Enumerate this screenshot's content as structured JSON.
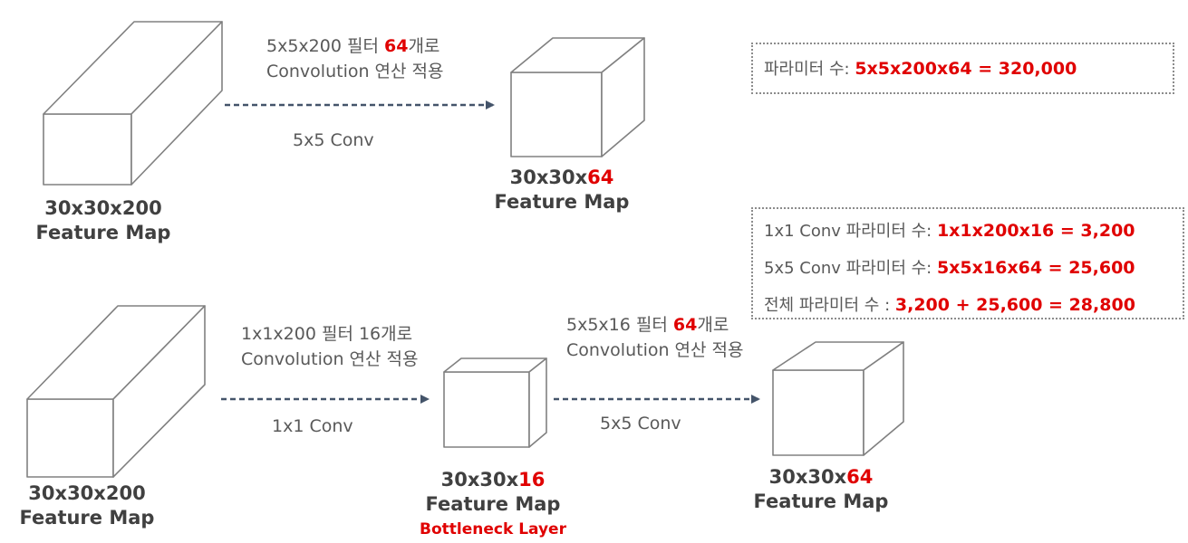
{
  "top": {
    "op_label": {
      "line1_pre": "5x5x200 필터 ",
      "line1_highlight": "64",
      "line1_post": "개로",
      "line2": "Convolution 연산 적용"
    },
    "conv_label": "5x5 Conv",
    "input_map": {
      "line1": "30x30x200",
      "line2": "Feature Map"
    },
    "output_map": {
      "line1_pre": "30x30x",
      "line1_highlight": "64",
      "line2": "Feature Map"
    },
    "param_box": {
      "label": "파라미터 수: ",
      "value": "5x5x200x64  =  320,000"
    }
  },
  "bottom": {
    "op1_label": {
      "line1": "1x1x200 필터 16개로",
      "line2": "Convolution 연산 적용"
    },
    "conv1_label": "1x1 Conv",
    "op2_label": {
      "line1_pre": "5x5x16 필터 ",
      "line1_highlight": "64",
      "line1_post": "개로",
      "line2": "Convolution 연산 적용"
    },
    "conv2_label": "5x5 Conv",
    "input_map": {
      "line1": "30x30x200",
      "line2": "Feature Map"
    },
    "mid_map": {
      "line1_pre": "30x30x",
      "line1_highlight": "16",
      "line2": "Feature Map",
      "line3": "Bottleneck Layer"
    },
    "output_map": {
      "line1_pre": "30x30x",
      "line1_highlight": "64",
      "line2": "Feature Map"
    },
    "param_box": {
      "rows": [
        {
          "label": "1x1 Conv 파라미터 수: ",
          "value": "1x1x200x16  =  3,200"
        },
        {
          "label": "5x5 Conv 파라미터 수:  ",
          "value": "5x5x16x64  =  25,600"
        },
        {
          "label": "전체 파라미터 수 : ",
          "value": "3,200  +  25,600  =  28,800"
        }
      ]
    }
  },
  "colors": {
    "shape_stroke": "#808080",
    "arrow": "#44546a",
    "highlight": "#e00000",
    "text": "#595959",
    "caption": "#404040"
  }
}
